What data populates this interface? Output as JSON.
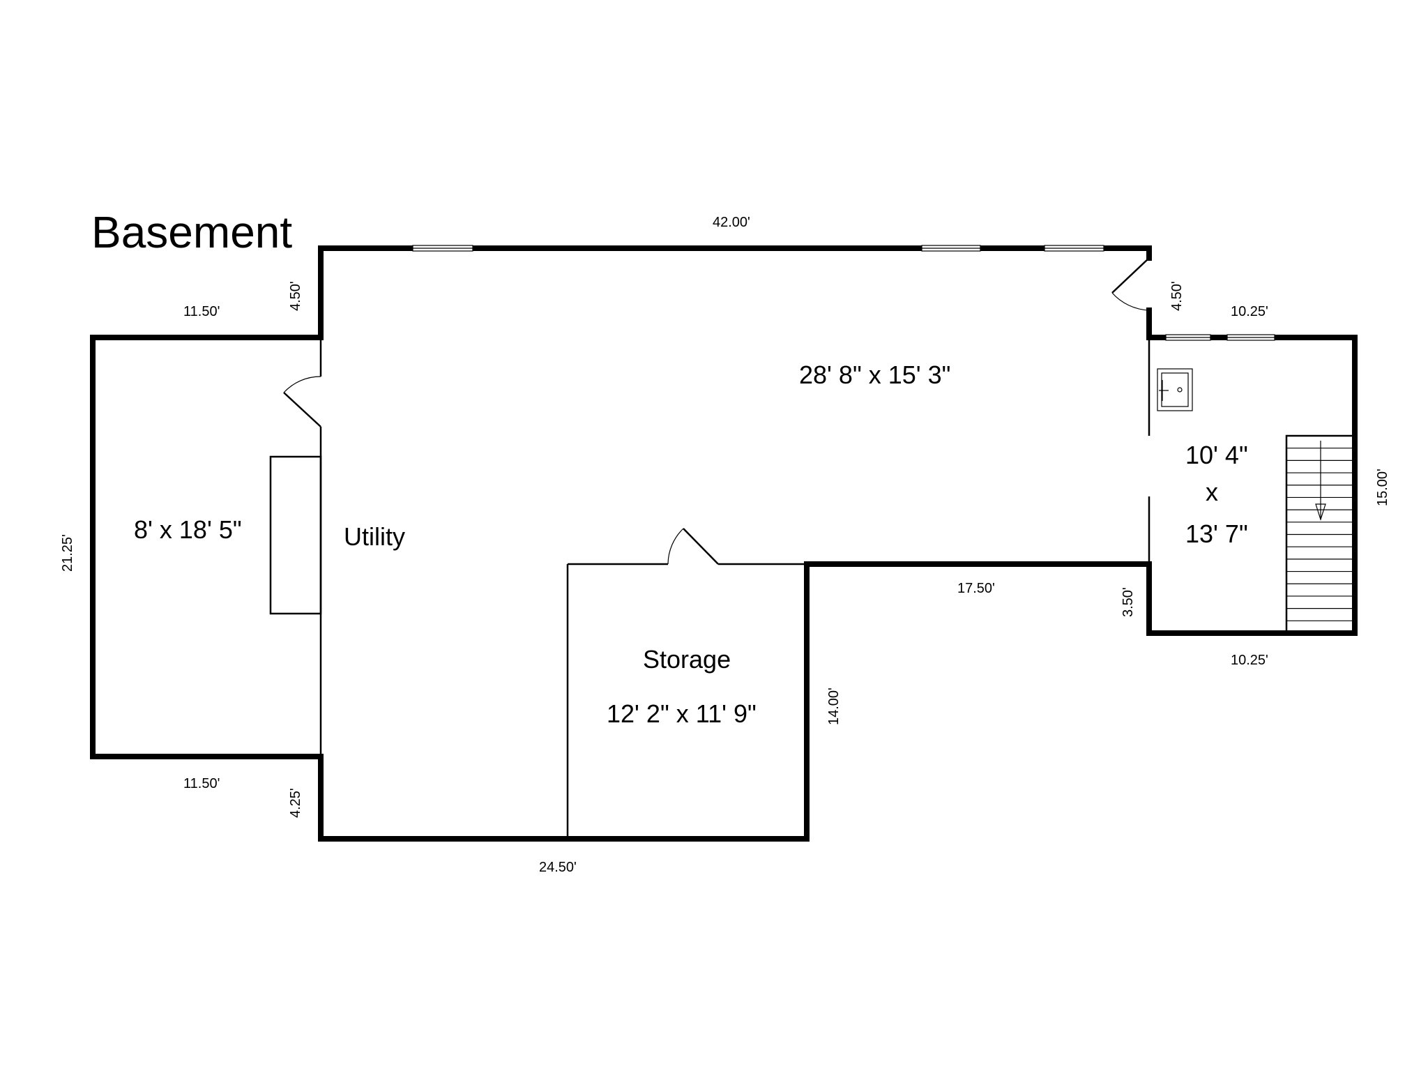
{
  "title": "Basement",
  "rooms": {
    "main": "28' 8\" x 15' 3\"",
    "left": "8' x 18' 5\"",
    "utility": "Utility",
    "storage_name": "Storage",
    "storage_size": "12' 2\" x 11' 9\"",
    "stair_line1": "10' 4\"",
    "stair_line2": "x",
    "stair_line3": "13' 7\""
  },
  "dimensions": {
    "top": "42.00'",
    "top_left_vert": "4.50'",
    "top_right_vert": "4.50'",
    "left_top": "11.50'",
    "left_side": "21.25'",
    "left_bottom": "11.50'",
    "bottom_left_vert": "4.25'",
    "bottom": "24.50'",
    "storage_side": "14.00'",
    "mid_bottom": "17.50'",
    "stair_vert": "3.50'",
    "stair_top": "10.25'",
    "stair_bottom": "10.25'",
    "right_side": "15.00'"
  }
}
